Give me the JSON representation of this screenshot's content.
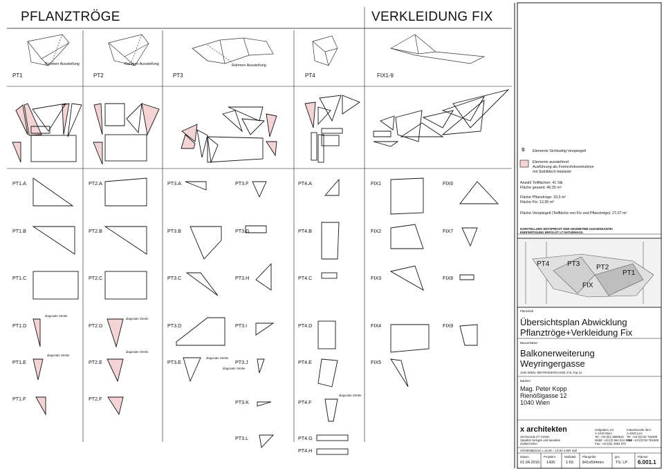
{
  "sections": {
    "planters": "PFLANZTRÖGE",
    "cladding": "VERKLEIDUNG FIX"
  },
  "overview": [
    {
      "id": "PT1",
      "note": "Rahmen Aussteifung"
    },
    {
      "id": "PT2",
      "note": "Rahmen Aussteifung"
    },
    {
      "id": "PT3",
      "note": "Rahmen Aussteifung"
    },
    {
      "id": "PT4",
      "note": ""
    },
    {
      "id": "FIX1-9",
      "note": ""
    }
  ],
  "parts": {
    "pt1": [
      "PT1.A",
      "PT1.B",
      "PT1.C",
      "PT1.D",
      "PT1.E",
      "PT1.F"
    ],
    "pt2": [
      "PT2.A",
      "PT2.B",
      "PT2.C",
      "PT2.D",
      "PT2.E",
      "PT2.F"
    ],
    "pt3a": [
      "PT3.A",
      "PT3.B",
      "PT3.C",
      "PT3.D",
      "PT3.E"
    ],
    "pt3b": [
      "PT3.F",
      "PT3.G",
      "PT3.H",
      "PT3.I",
      "PT3.J",
      "PT3.K",
      "PT3.L"
    ],
    "pt4": [
      "PT4.A",
      "PT4.B",
      "PT4.C",
      "PT4.D",
      "PT4.E",
      "PT4.F",
      "PT4.G",
      "PT4.H"
    ],
    "fixa": [
      "FIX1",
      "FIX2",
      "FIX3",
      "FIX4",
      "FIX5"
    ],
    "fixb": [
      "FIX6",
      "FIX7",
      "FIX8",
      "FIX9"
    ]
  },
  "strut_labels": {
    "diag": "diagonale Strebe"
  },
  "legend": {
    "s_marker": "S",
    "s_text": "Elemente Sichtseitig Verspiegelt",
    "pink_text": [
      "Elemente aussteifend",
      "Ausführung als Formrohrkonstruktion",
      "mit Stahlblech beplankt"
    ]
  },
  "stats": {
    "count": "Anzahl Teilflächen: 41 Stk",
    "area_total": "Fläche gesamt: 46,25 m²",
    "area_planter": "Fläche Pflanztröge: 33,3 m²",
    "area_fix": "Fläche Fix: 12,95 m²",
    "mirror": "Fläche Verspiegelt (Teilfläche von Fix und Pflanztröge): 27,07 m²"
  },
  "notice": [
    "DARSTELLUNG ENTSPRICHT DER GEOMETRIE-AUSSENKANTE!",
    "ENDFERTIGUNG ERFOLGT LT NATURMASS."
  ],
  "render_labels": [
    "PT4",
    "PT3",
    "PT2",
    "PT1",
    "FIX"
  ],
  "title_block": {
    "plan_label": "Planinhalt",
    "plan_title": [
      "Übersichtsplan Abwicklung",
      "Pflanztröge+Verkleidung Fix"
    ],
    "project_label": "Bauvorhaben",
    "project_title": [
      "Balkonerweiterung",
      "Weyringergasse"
    ],
    "address": "1040 WIEN, WEYRINGERGASSE 27a; Top 21",
    "client_label": "Bauherr",
    "client": [
      "Mag. Peter Kopp",
      "Rienößlgasse 12",
      "1040 Wien"
    ],
    "firm": "x architekten",
    "firm_small": [
      "zeichnende ZT GmbH",
      "Staatlich befugte und beeidete",
      "Ziviltechniker"
    ],
    "firm_addr1": [
      "Hofgraben 1/2",
      "A-1010 Wien",
      "Tel: +43 (0)1 9500532",
      "Mobil: +43 (0) 664 514 4398",
      "Fax: +43 (0)1 2564 870"
    ],
    "firm_addr2": [
      "Industriezeile 36/4",
      "A-4020 Linz",
      "Tel: +43 (0)732 781509",
      "Fax: +43 (0)732 781609"
    ],
    "height_ref": "HÖHENBEZUG ± ±0,00 = 10,84 ü.WR Null",
    "footer_heads": [
      "Datum",
      "Projektnr",
      "Maßstab",
      "Plangröße",
      "gez.",
      "Planner"
    ],
    "footer_vals": [
      "01.04.2016",
      "1435",
      "1:50",
      "841x594mm",
      "TS; LP",
      "6.001.1"
    ]
  },
  "colors": {
    "pink": "#f3d3d3",
    "line": "#111111",
    "grey": "#bfbfbf"
  }
}
